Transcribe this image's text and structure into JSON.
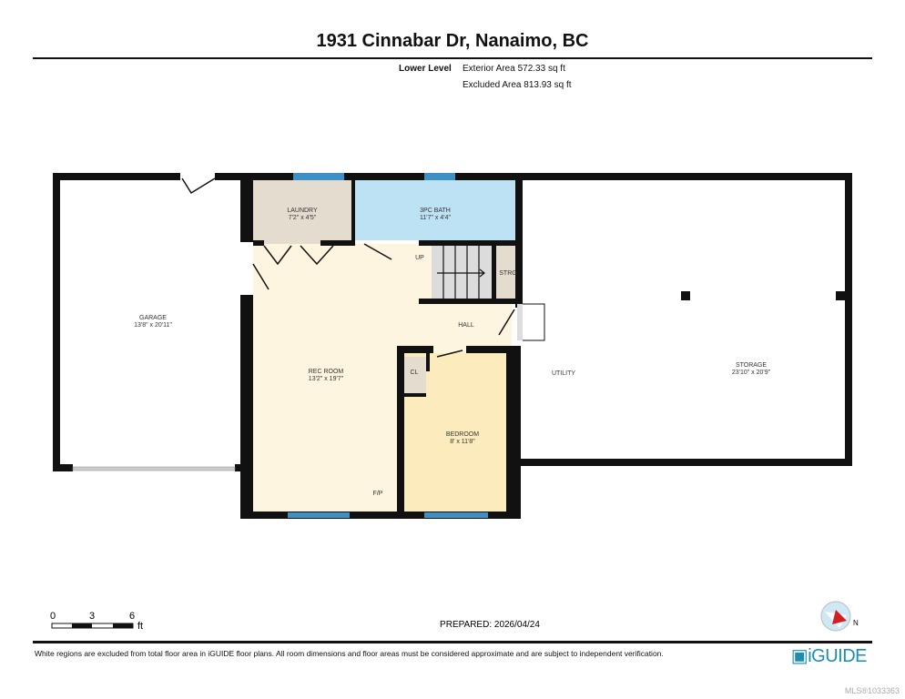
{
  "header": {
    "title": "1931 Cinnabar Dr, Nanaimo, BC",
    "level": "Lower Level",
    "exterior_area": "Exterior Area 572.33 sq ft",
    "excluded_area": "Excluded Area 813.93 sq ft"
  },
  "rooms": {
    "garage": {
      "name": "GARAGE",
      "dims": "13'8\" x 20'11\""
    },
    "laundry": {
      "name": "LAUNDRY",
      "dims": "7'2\" x 4'5\""
    },
    "bath": {
      "name": "3PC BATH",
      "dims": "11'7\" x 4'4\""
    },
    "rec_room": {
      "name": "REC ROOM",
      "dims": "13'2\" x 19'7\""
    },
    "bedroom": {
      "name": "BEDROOM",
      "dims": "8' x 11'8\""
    },
    "storage": {
      "name": "STORAGE",
      "dims": "23'10\" x 20'9\""
    },
    "hall": "HALL",
    "utility": "UTILITY",
    "strg": "STRG",
    "cl": "CL",
    "up": "UP",
    "fp": "F/P"
  },
  "scale": {
    "ticks": [
      "0",
      "3",
      "6"
    ],
    "unit": "ft"
  },
  "prepared": "PREPARED: 2026/04/24",
  "compass": {
    "label": "N"
  },
  "footer": {
    "disclaimer": "White regions are excluded from total floor area in iGUIDE floor plans. All room dimensions and floor areas must be considered approximate and are subject to independent verification.",
    "logo": "iGUIDE",
    "mls": "MLS®1033363"
  },
  "colors": {
    "wall": "#111111",
    "window": "#3d8fc4",
    "laundry": "#e4dccf",
    "bath": "#bde2f4",
    "rec": "#fdf5df",
    "bedroom": "#fcecbd"
  }
}
